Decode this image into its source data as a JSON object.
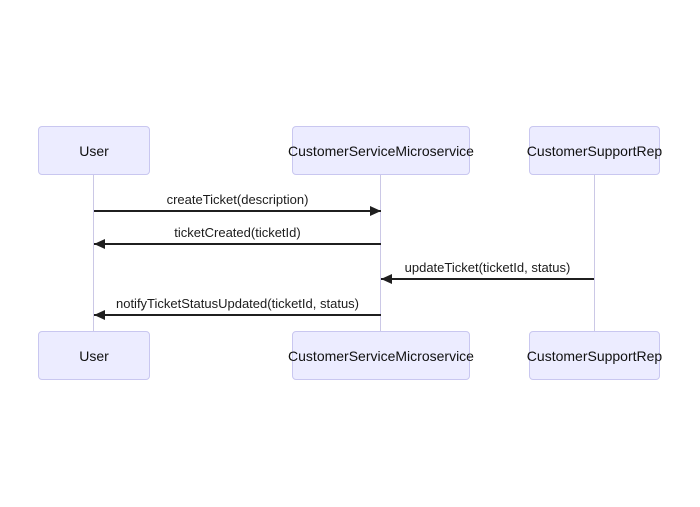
{
  "diagram": {
    "type": "sequence-diagram",
    "actors": [
      {
        "label": "User"
      },
      {
        "label": "CustomerServiceMicroservice"
      },
      {
        "label": "CustomerSupportRep"
      }
    ],
    "messages": [
      {
        "from": "User",
        "to": "CustomerServiceMicroservice",
        "label": "createTicket(description)",
        "direction": "right",
        "style": "solid"
      },
      {
        "from": "CustomerServiceMicroservice",
        "to": "User",
        "label": "ticketCreated(ticketId)",
        "direction": "left",
        "style": "solid"
      },
      {
        "from": "CustomerSupportRep",
        "to": "CustomerServiceMicroservice",
        "label": "updateTicket(ticketId, status)",
        "direction": "left",
        "style": "solid"
      },
      {
        "from": "CustomerServiceMicroservice",
        "to": "User",
        "label": "notifyTicketStatusUpdated(ticketId, status)",
        "direction": "left",
        "style": "solid"
      }
    ],
    "colors": {
      "background": "#ffffff",
      "actor_fill": "#ececff",
      "actor_border": "#c9c7f0",
      "lifeline": "#cbc8e6",
      "message_line": "#1f1f1f",
      "text": "#111111"
    }
  }
}
